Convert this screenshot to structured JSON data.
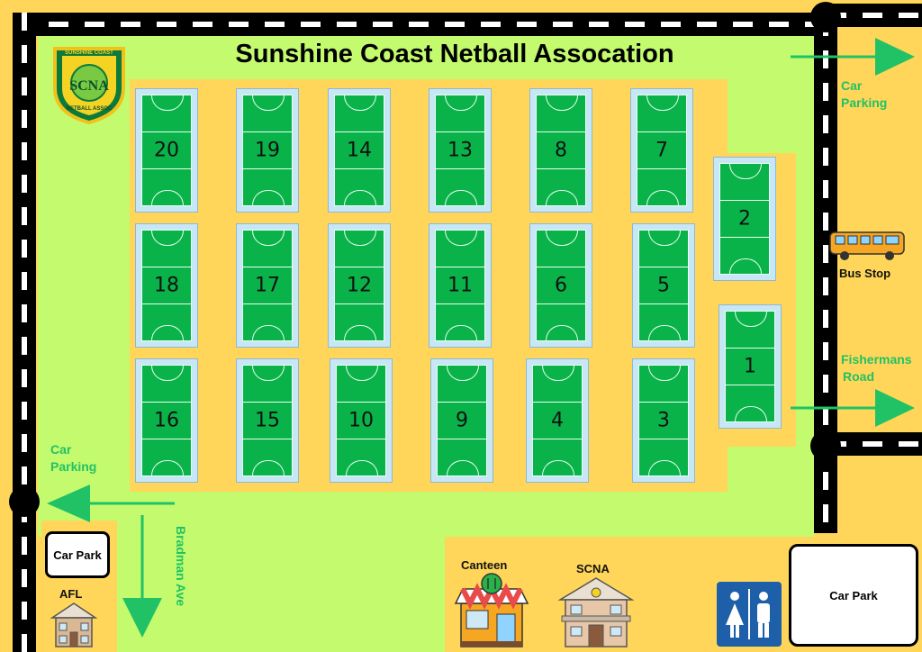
{
  "title": "Sunshine Coast Netball Assocation",
  "logo": {
    "arc_top": "SUNSHINE COAST",
    "letters": "SCNA",
    "arc_bottom": "NETBALL ASSOC"
  },
  "courts": [
    "20",
    "19",
    "14",
    "13",
    "8",
    "7",
    "2",
    "18",
    "17",
    "12",
    "11",
    "6",
    "5",
    "1",
    "16",
    "15",
    "10",
    "9",
    "4",
    "3"
  ],
  "labels": {
    "car_parking_top": [
      "Car",
      "Parking"
    ],
    "bus_stop": "Bus Stop",
    "fishermans_road": [
      "Fishermans",
      "Road"
    ],
    "car_parking_left": [
      "Car",
      "Parking"
    ],
    "bradman_ave": "Bradman Ave",
    "afl": "AFL",
    "canteen": "Canteen",
    "scna": "SCNA"
  },
  "car_park_left": "Car Park",
  "car_park_right": "Car Park",
  "icons": [
    "logo-icon",
    "bus-icon",
    "canteen-icon",
    "scna-building-icon",
    "afl-building-icon",
    "restroom-icon",
    "arrow-right-icon",
    "arrow-left-icon",
    "arrow-down-icon"
  ],
  "colors": {
    "grass": "#c4fb6e",
    "sand": "#ffd659",
    "court": "#0ab34a",
    "arrow": "#21c265",
    "road": "#000000"
  }
}
